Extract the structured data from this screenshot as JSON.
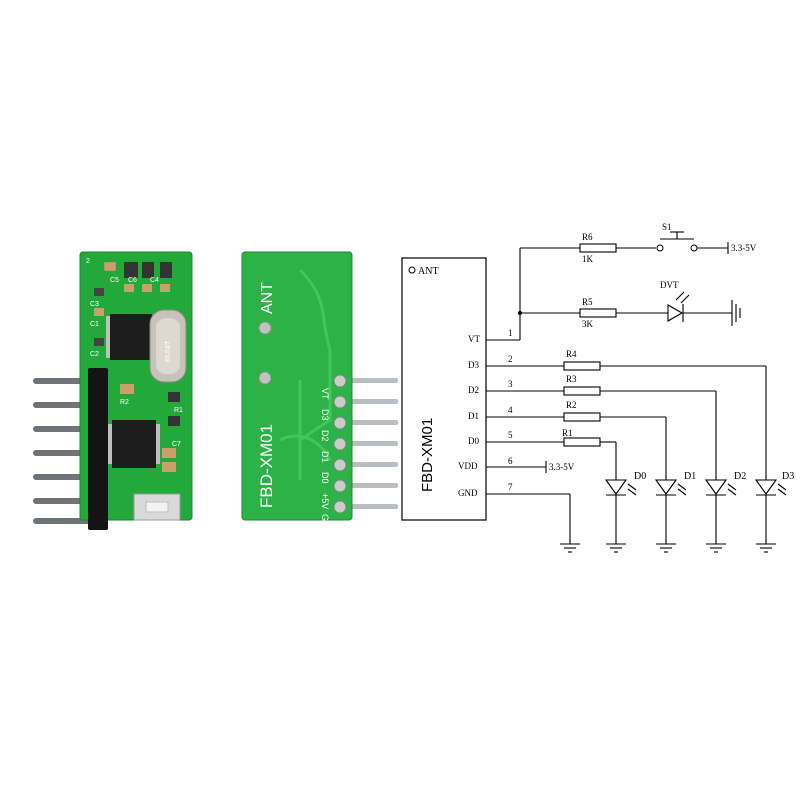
{
  "module_front": {
    "silk_labels": [
      "2",
      "C5",
      "C6",
      "C4",
      "C3",
      "C1",
      "C2",
      "R2",
      "R1",
      "C7"
    ],
    "crystal_marking": "RUNIT"
  },
  "module_back": {
    "ant_label": "ANT",
    "board_name": "FBD-XM01",
    "pins": [
      "VT",
      "D3",
      "D2",
      "D1",
      "D0",
      "+5V",
      "GND"
    ]
  },
  "schematic": {
    "module_ant": "ANT",
    "module_name": "FBD-XM01",
    "pins": [
      {
        "name": "VT",
        "num": "1"
      },
      {
        "name": "D3",
        "num": "2"
      },
      {
        "name": "D2",
        "num": "3"
      },
      {
        "name": "D1",
        "num": "4"
      },
      {
        "name": "D0",
        "num": "5"
      },
      {
        "name": "VDD",
        "num": "6"
      },
      {
        "name": "GND",
        "num": "7"
      }
    ],
    "switch_label": "S1",
    "supply_label": "3.3-5V",
    "vdd_supply_label": "3.3-5V",
    "resistors": [
      {
        "ref": "R6",
        "value": "1K"
      },
      {
        "ref": "R5",
        "value": "3K"
      },
      {
        "ref": "R4"
      },
      {
        "ref": "R3"
      },
      {
        "ref": "R2"
      },
      {
        "ref": "R1"
      }
    ],
    "dvt_label": "DVT",
    "leds": [
      "D0",
      "D1",
      "D2",
      "D3"
    ]
  }
}
